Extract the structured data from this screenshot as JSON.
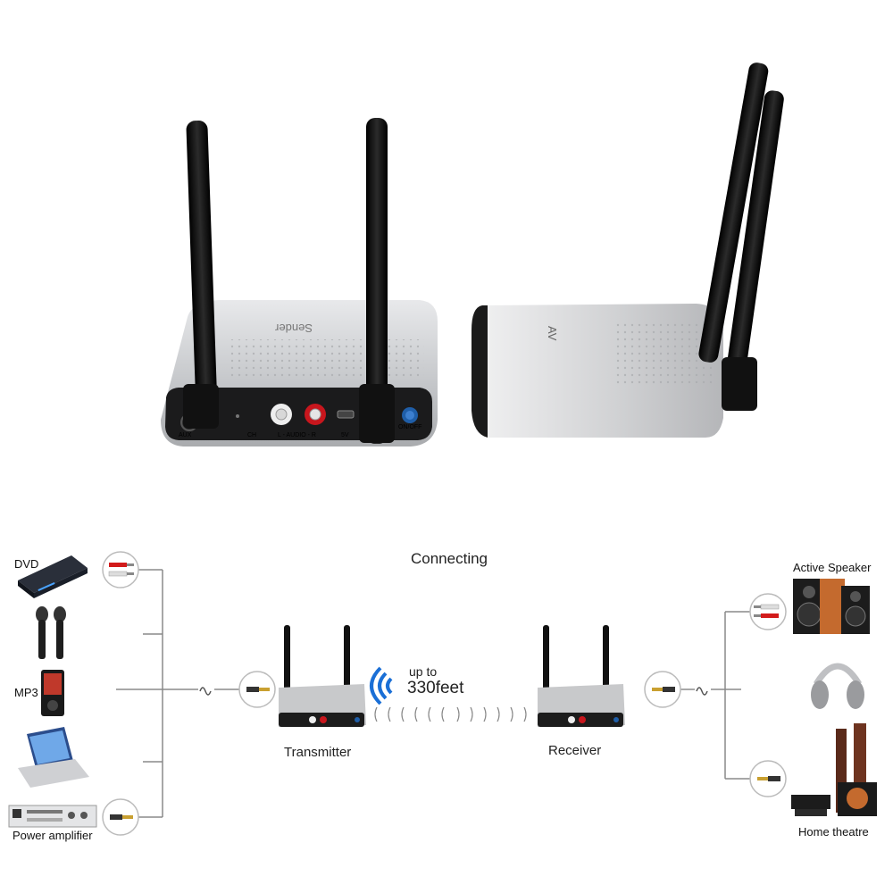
{
  "product": {
    "brand_text": "AV",
    "model_text": "Sender",
    "ports": {
      "aux": "AUX",
      "ch": "CH",
      "audio": "L - AUDIO - R",
      "power": "5V",
      "switch": "ON/OFF"
    }
  },
  "diagram": {
    "title": "Connecting",
    "transmitter_label": "Transmitter",
    "receiver_label": "Receiver",
    "range_line1": "up to",
    "range_line2": "330feet",
    "sources": [
      {
        "label": "DVD"
      },
      {
        "label": "MP3"
      },
      {
        "label": "Power amplifier"
      }
    ],
    "outputs": [
      {
        "label": "Active Speaker"
      },
      {
        "label": "Home theatre"
      }
    ]
  }
}
